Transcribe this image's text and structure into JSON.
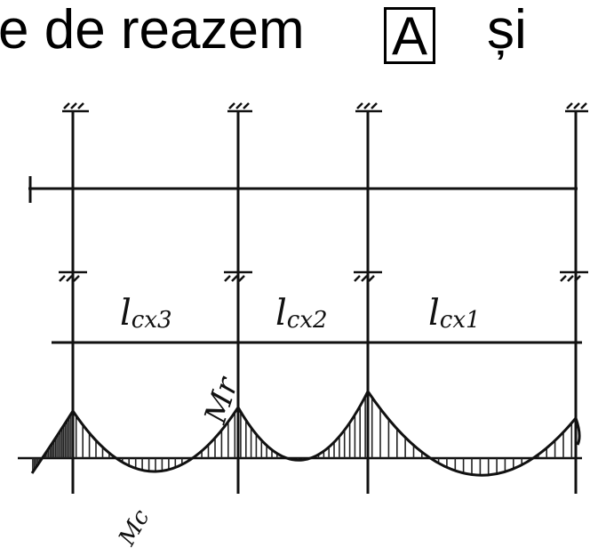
{
  "title": {
    "before": "e de reazem",
    "boxed": "A",
    "after": "și"
  },
  "diagram": {
    "spans": [
      {
        "label_main": "l",
        "label_sub": "cx3"
      },
      {
        "label_main": "l",
        "label_sub": "cx2"
      },
      {
        "label_main": "l",
        "label_sub": "cx1"
      }
    ],
    "moment_labels": {
      "support": "Mr",
      "span": "Mc"
    }
  }
}
